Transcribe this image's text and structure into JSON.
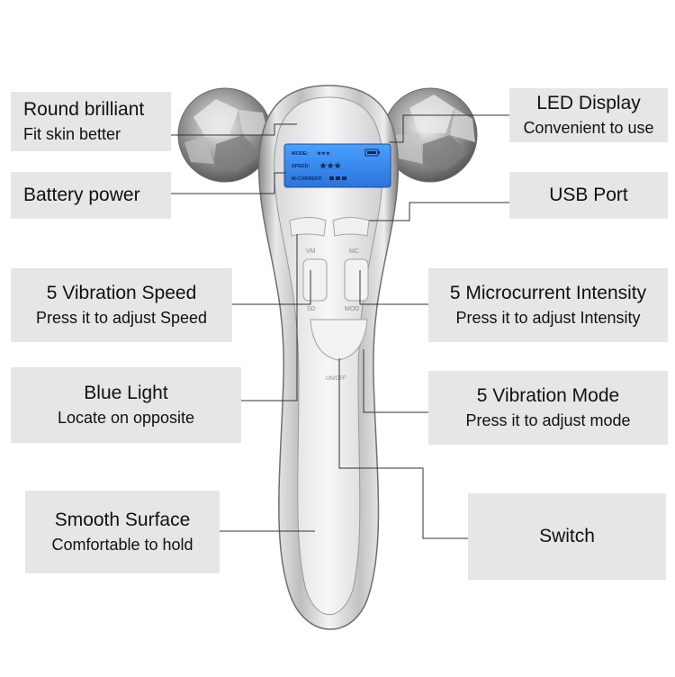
{
  "labels": {
    "round_brilliant": {
      "title": "Round brilliant",
      "subtitle": "Fit skin better"
    },
    "led_display": {
      "title": "LED Display",
      "subtitle": "Convenient to use"
    },
    "battery_power": {
      "title": "Battery power"
    },
    "usb_port": {
      "title": "USB Port"
    },
    "vibration_speed": {
      "title": "5 Vibration Speed",
      "subtitle": "Press it to adjust Speed"
    },
    "microcurrent_intensity": {
      "title": "5 Microcurrent Intensity",
      "subtitle": "Press it to adjust Intensity"
    },
    "blue_light": {
      "title": "Blue Light",
      "subtitle": "Locate on opposite"
    },
    "vibration_mode": {
      "title": "5 Vibration Mode",
      "subtitle": "Press it to adjust mode"
    },
    "smooth_surface": {
      "title": "Smooth Surface",
      "subtitle": "Comfortable to hold"
    },
    "switch": {
      "title": "Switch"
    }
  },
  "device": {
    "lcd": {
      "mode_label": "MODE:",
      "speed_label": "SPEED:",
      "current_label": "M-CURRENT:",
      "mode_stars": "★★★",
      "speed_stars": "★★★"
    },
    "buttons": {
      "vm": "VM",
      "mc": "MC",
      "sd": "SD",
      "mod": "MOD",
      "onoff": "ON/OFF"
    }
  },
  "colors": {
    "label_bg": "#e6e6e6",
    "lcd_blue": "#2f7fe0",
    "chrome": "#c8c8c8"
  }
}
